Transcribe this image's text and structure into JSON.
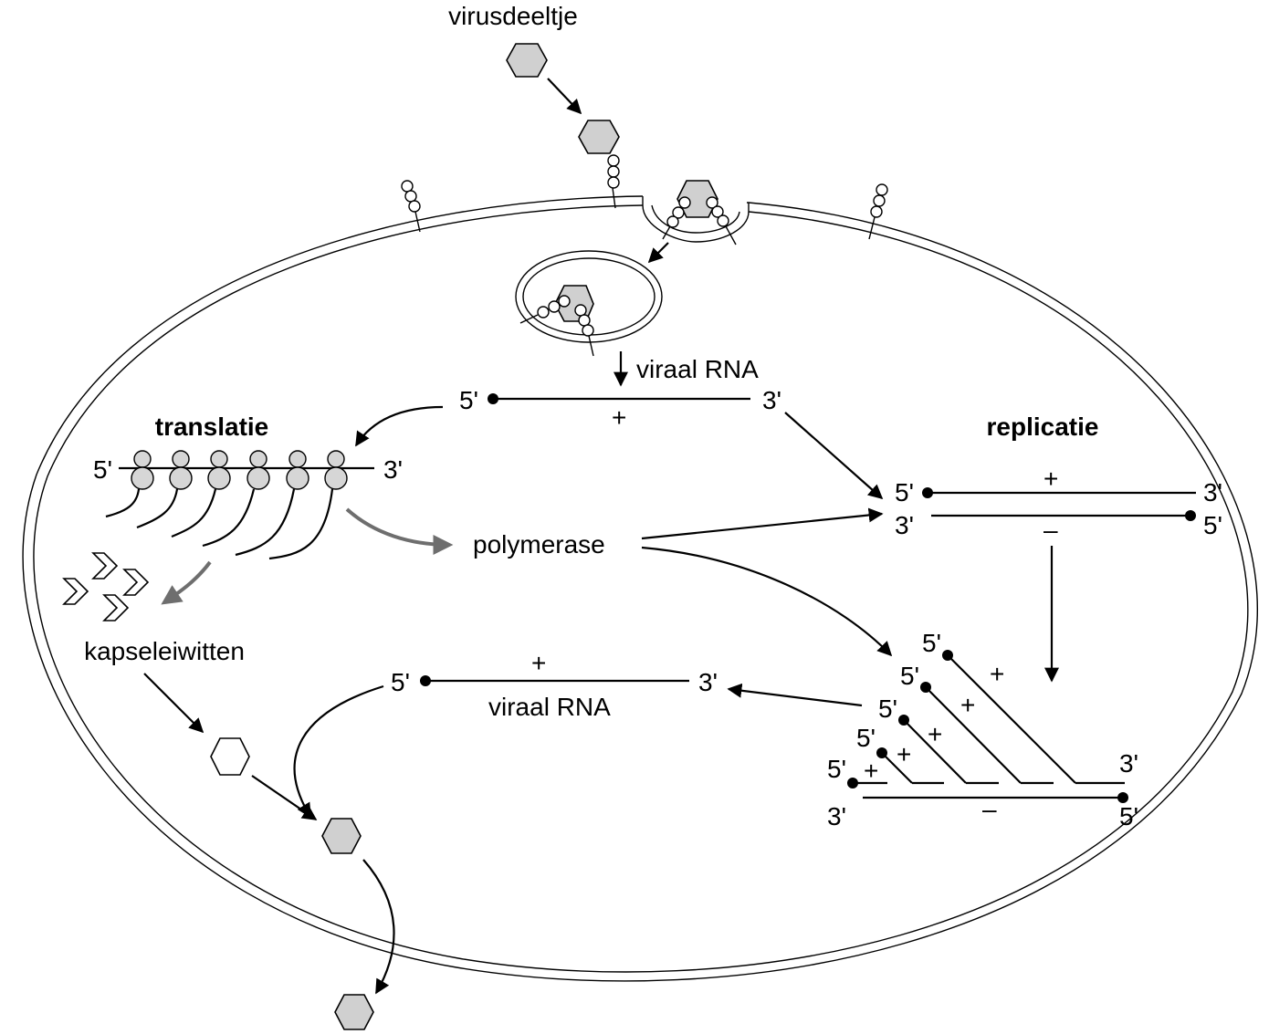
{
  "labels": {
    "virus_particle": "virusdeeltje",
    "viral_rna_top": "viraal RNA",
    "viral_rna_bottom": "viraal RNA",
    "translation": "translatie",
    "replication": "replicatie",
    "polymerase": "polymerase",
    "capsid_proteins": "kapseleiwitten",
    "five_prime": "5'",
    "three_prime": "3'",
    "plus": "+",
    "minus": "–"
  },
  "colors": {
    "capsid_fill": "#d0d0d0",
    "gray_arrow": "#6e6e6e",
    "line": "#000000"
  }
}
